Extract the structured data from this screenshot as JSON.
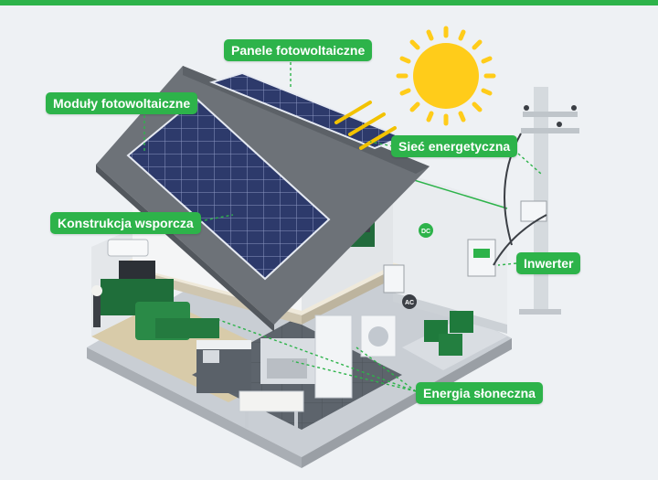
{
  "labels": {
    "panele": "Panele fotowoltaiczne",
    "moduly": "Moduły fotowoltaiczne",
    "siec": "Sieć energetyczna",
    "konstrukcja": "Konstrukcja wsporcza",
    "inwerter": "Inwerter",
    "energia": "Energia słoneczna"
  },
  "badges": {
    "dc": "DC",
    "ac": "AC"
  },
  "colors": {
    "accent": "#2db34a",
    "roof": "#6d7278",
    "panel": "#2d3a6b",
    "sun": "#ffcc1a",
    "background": "#eef1f4"
  }
}
